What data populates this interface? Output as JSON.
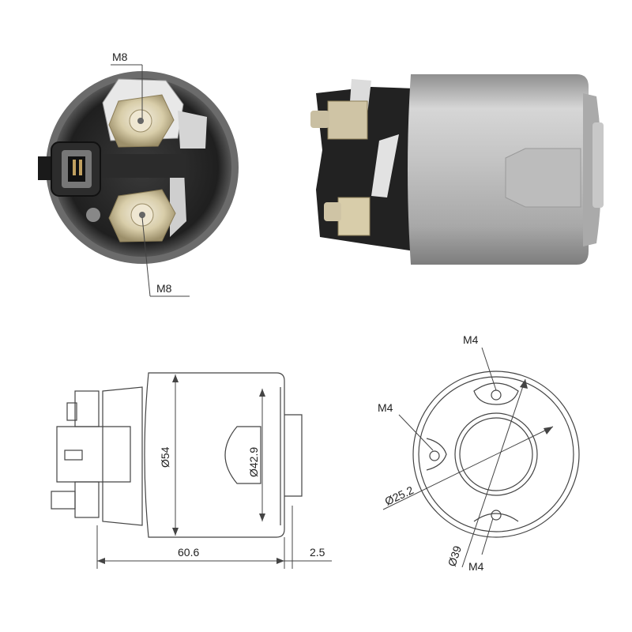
{
  "photo_front": {
    "terminal_top_label": "M8",
    "terminal_bottom_label": "M8"
  },
  "side_drawing": {
    "dia_body_label": "Ø54",
    "dia_plunger_label": "Ø42.9",
    "length_label": "60.6",
    "offset_label": "2.5"
  },
  "front_drawing": {
    "hole_top_label": "M4",
    "hole_left_label": "M4",
    "hole_bottom_label": "M4",
    "bore_label": "Ø25.2",
    "flange_label": "Ø39"
  },
  "colors": {
    "housing_dark": "#2a2a2a",
    "body_silver": "#b9b9b9",
    "brass": "#d9c9a3",
    "line": "#444444"
  }
}
